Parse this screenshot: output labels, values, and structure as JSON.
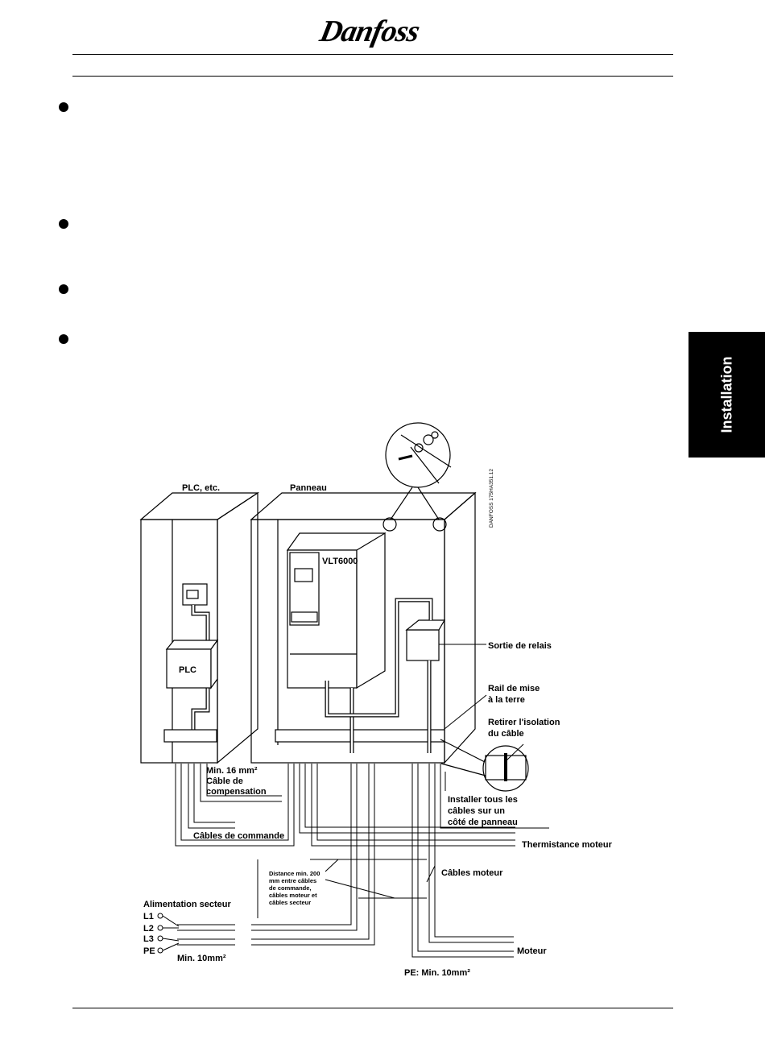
{
  "header": {
    "brand": "Danfoss"
  },
  "side_tab": {
    "label": "Installation"
  },
  "diagram": {
    "code": "DANFOSS 175HA351.12",
    "plc_cabinet_label": "PLC, etc.",
    "panel_label": "Panneau",
    "drive_label": "VLT6000",
    "plc_label": "PLC",
    "relay_output": "Sortie de relais",
    "ground_rail": [
      "Rail de mise",
      "à la terre"
    ],
    "strip_insulation": [
      "Retirer l'isolation",
      "du câble"
    ],
    "install_cables": [
      "Installer tous les",
      "câbles sur un",
      "côté de panneau"
    ],
    "compensation_cable": [
      "Min. 16 mm²",
      "Câble de",
      "compensation"
    ],
    "control_cables": "Câbles de commande",
    "motor_thermistor": "Thermistance moteur",
    "motor_cables": "Câbles moteur",
    "distance_note": [
      "Distance min. 200",
      "mm entre câbles",
      "de commande,",
      "câbles moteur et",
      "câbles secteur"
    ],
    "mains_supply": "Alimentation secteur",
    "phases": [
      "L1",
      "L2",
      "L3",
      "PE"
    ],
    "mains_pe_min": "Min. 10mm²",
    "motor_label": "Moteur",
    "motor_pe_min": "PE: Min. 10mm²"
  }
}
